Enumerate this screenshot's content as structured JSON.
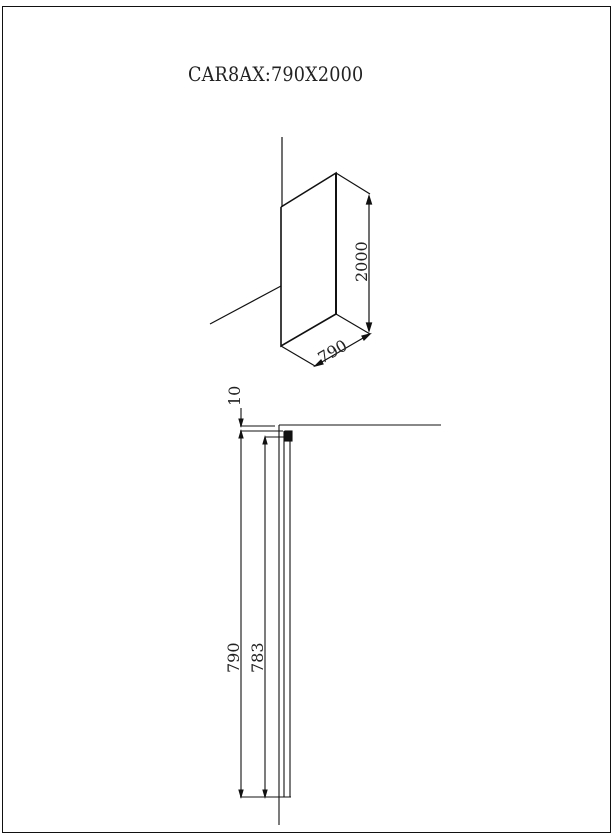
{
  "drawing": {
    "title": "CAR8AX:790X2000",
    "iso_view": {
      "height_dim": "2000",
      "width_dim": "790"
    },
    "plan_view": {
      "gap_dim": "10",
      "outer_dim": "790",
      "inner_dim": "783"
    },
    "line_color": "#111111",
    "background": "#ffffff"
  }
}
